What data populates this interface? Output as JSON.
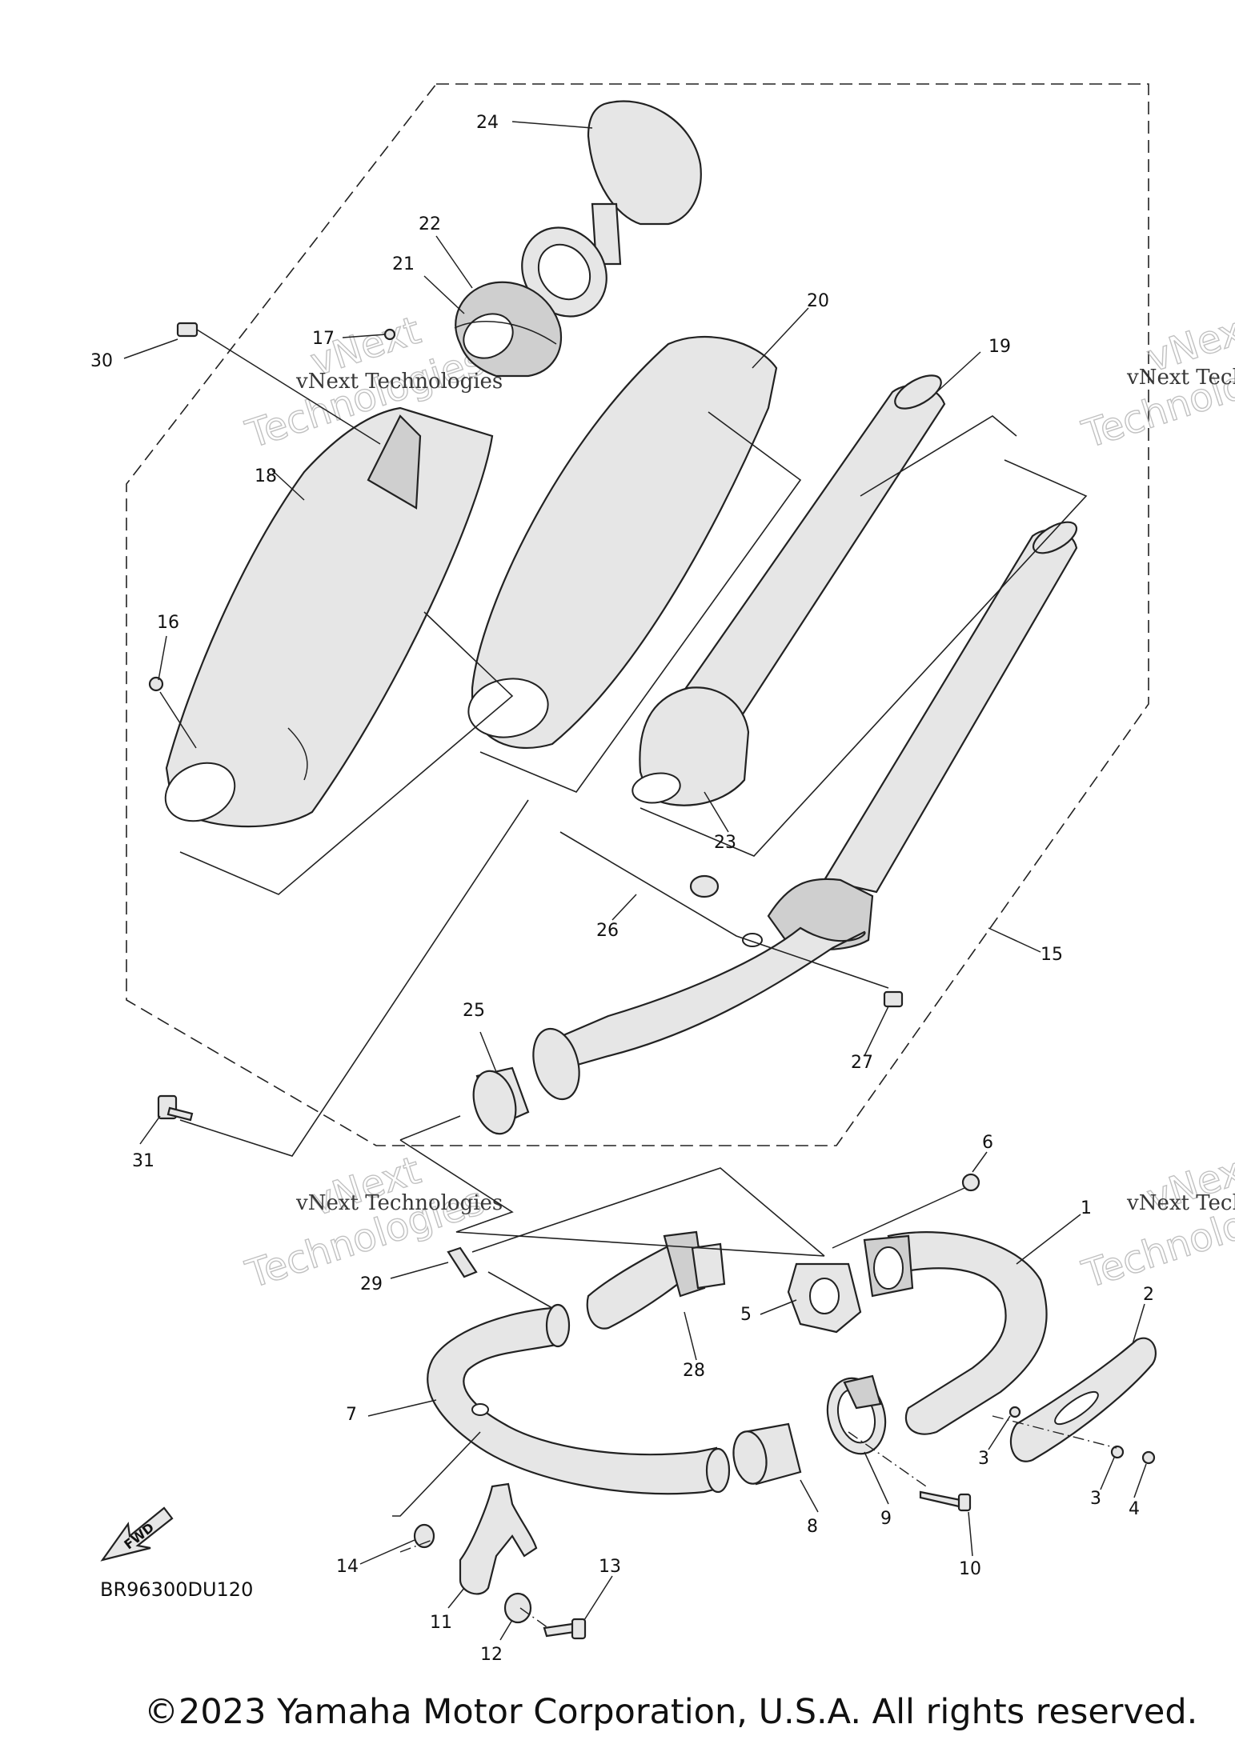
{
  "diagram": {
    "code": "BR96300DU120",
    "fwd_label": "FWD",
    "callouts": [
      "1",
      "2",
      "3",
      "3",
      "4",
      "5",
      "6",
      "7",
      "8",
      "9",
      "10",
      "11",
      "12",
      "13",
      "14",
      "15",
      "16",
      "17",
      "18",
      "19",
      "20",
      "21",
      "22",
      "23",
      "24",
      "25",
      "26",
      "27",
      "28",
      "29",
      "30",
      "31"
    ]
  },
  "watermark": {
    "line": "vNext Technologies",
    "big_top": "vNext",
    "big_bottom": "Technologies"
  },
  "footer": {
    "copyright": "©2023 Yamaha Motor Corporation, U.S.A. All rights reserved."
  }
}
